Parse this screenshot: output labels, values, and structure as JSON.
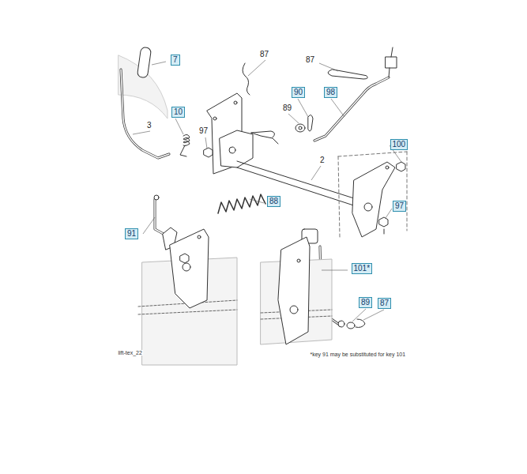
{
  "diagram": {
    "nodes": [
      {
        "text": [
          "7"
        ]
      },
      {
        "text": [
          "10"
        ]
      },
      {
        "text": [
          "90"
        ]
      },
      {
        "text": [
          "98"
        ]
      },
      {
        "text": [
          "100"
        ]
      },
      {
        "text": [
          "88"
        ]
      },
      {
        "text": [
          "91"
        ]
      },
      {
        "text": [
          "97"
        ]
      },
      {
        "text": [
          "101*"
        ]
      },
      {
        "text": [
          "89"
        ]
      },
      {
        "text": [
          "87"
        ]
      }
    ],
    "labels": [
      "87",
      "87",
      "89",
      "3",
      "97",
      "2",
      "lift-tex_22",
      "*key 91 may be substituted for key 101"
    ]
  }
}
